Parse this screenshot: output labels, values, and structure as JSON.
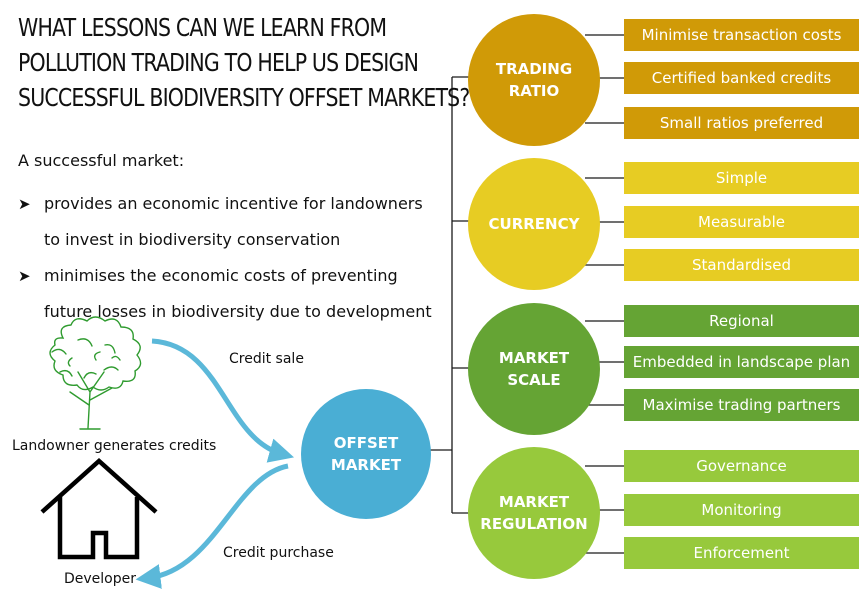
{
  "title": {
    "line1": "WHAT LESSONS CAN WE LEARN FROM",
    "line2": "POLLUTION TRADING TO HELP US DESIGN",
    "line3": "SUCCESSFUL BIODIVERSITY OFFSET MARKETS?"
  },
  "intro": "A successful market:",
  "bullets": [
    {
      "line1": "provides an economic incentive for landowners",
      "line2": "to invest in biodiversity conservation"
    },
    {
      "line1": "minimises the economic costs of preventing",
      "line2": "future losses in biodiversity due to development"
    }
  ],
  "flow": {
    "landowner": "Landowner generates credits",
    "credit_sale": "Credit sale",
    "developer": "Developer",
    "credit_purchase": "Credit purchase",
    "center": {
      "line1": "OFFSET",
      "line2": "MARKET"
    }
  },
  "icons": {
    "tree": "tree-icon",
    "house": "house-icon"
  },
  "colors": {
    "center": "#4aaed4",
    "arrow": "#5bb8d9",
    "trading": "#d09a07",
    "currency": "#e7cc23",
    "scale": "#65a434",
    "regulation": "#97c93c",
    "tree": "#2f9b2f"
  },
  "categories": [
    {
      "line1": "TRADING",
      "line2": "RATIO",
      "items": [
        "Minimise transaction costs",
        "Certified banked credits",
        "Small ratios preferred"
      ]
    },
    {
      "line1": "CURRENCY",
      "line2": "",
      "items": [
        "Simple",
        "Measurable",
        "Standardised"
      ]
    },
    {
      "line1": "MARKET",
      "line2": "SCALE",
      "items": [
        "Regional",
        "Embedded in landscape plan",
        "Maximise trading partners"
      ]
    },
    {
      "line1": "MARKET",
      "line2": "REGULATION",
      "items": [
        "Governance",
        "Monitoring",
        "Enforcement"
      ]
    }
  ]
}
